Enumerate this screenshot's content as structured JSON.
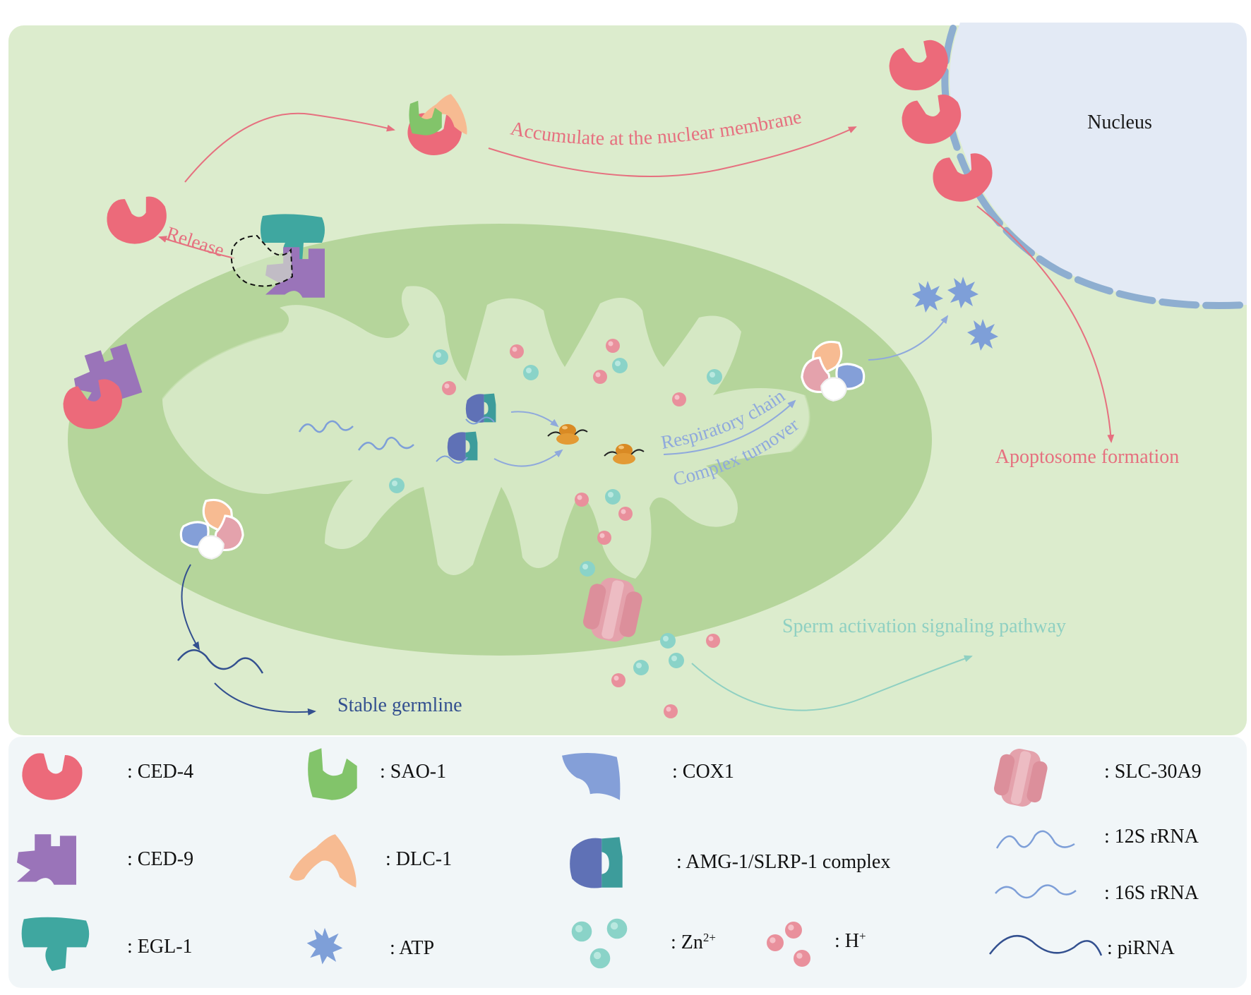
{
  "diagram": {
    "labels": {
      "nucleus": "Nucleus",
      "accumulate": "Accumulate at the nuclear membrane",
      "release": "Release",
      "apoptosome": "Apoptosome formation",
      "respiratory": "Respiratory chain",
      "complex_turnover": "Complex turnover",
      "sperm_activation": "Sperm activation signaling pathway",
      "stable_germline": "Stable germline"
    }
  },
  "legend": {
    "ced4": ": CED-4",
    "ced9": ": CED-9",
    "egl1": ": EGL-1",
    "sao1": ": SAO-1",
    "dlc1": ": DLC-1",
    "atp": ": ATP",
    "cox1": ": COX1",
    "amg1": ": AMG-1/SLRP-1 complex",
    "zn_base": ": Zn",
    "zn_sup": "2+",
    "h_base": ": H",
    "h_sup": "+",
    "slc30a9": ": SLC-30A9",
    "rrna12s": ": 12S rRNA",
    "rrna16s": ": 16S rRNA",
    "pirna": ": piRNA"
  },
  "colors": {
    "cytoplasm": "#dceccd",
    "mito_outer": "#b5d59b",
    "mito_inner": "#d5e8c4",
    "nucleus": "#e3eaf5",
    "nuclear_membrane": "#8eaed0",
    "legend_bg": "#f1f6f8",
    "ced4": "#ec6a7a",
    "ced9": "#9a74b9",
    "egl1": "#3fa7a0",
    "sao1": "#82c46a",
    "dlc1": "#f7bb92",
    "cox1": "#849fd8",
    "amg1": "#5f71b6",
    "atp": "#7e9fd8",
    "zn": "#8ad3c8",
    "h": "#e9909c",
    "slc30a9": "#e4a2ac",
    "pink_arrow": "#e6707f",
    "blue_arrow": "#8fa9dc",
    "teal_arrow": "#8fd0c2",
    "navy_arrow": "#33508f"
  }
}
